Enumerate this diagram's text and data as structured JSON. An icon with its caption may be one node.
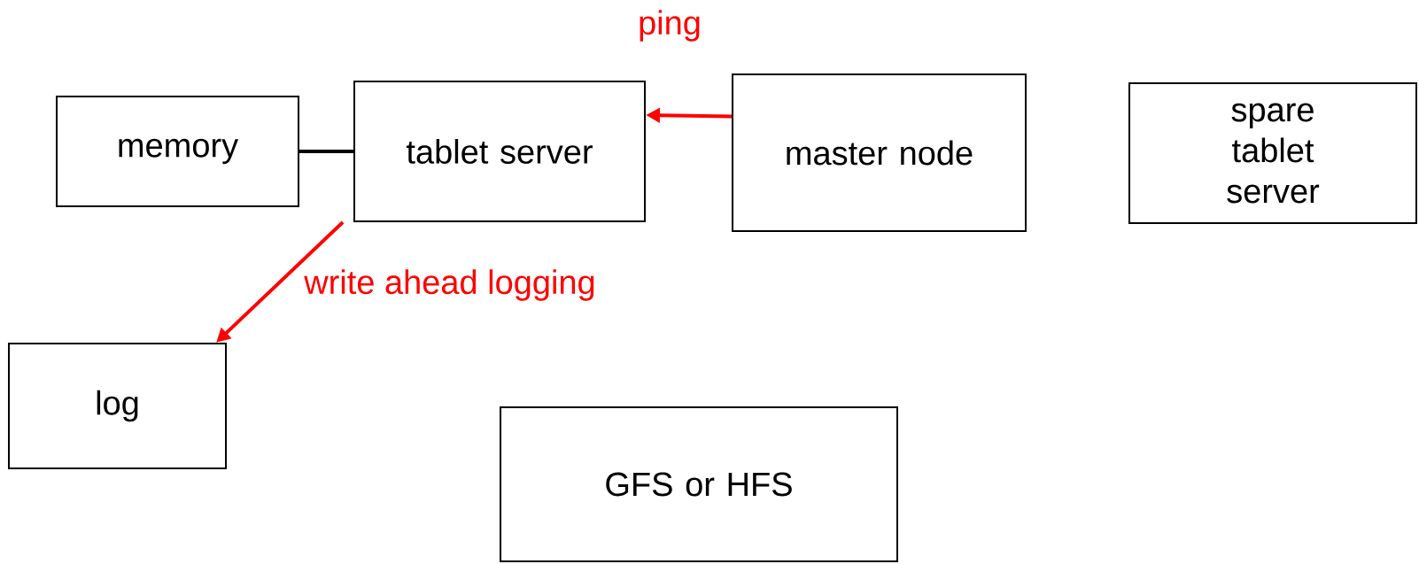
{
  "diagram": {
    "nodes": [
      {
        "text": [
          "memory"
        ]
      },
      {
        "text": [
          "tablet server"
        ]
      },
      {
        "text": [
          "master node"
        ]
      },
      {
        "text": [
          "spare tablet server"
        ]
      },
      {
        "text": [
          "log"
        ]
      },
      {
        "text": [
          "GFS or HFS"
        ]
      }
    ],
    "edges": [
      {
        "from": 0,
        "to": 1,
        "arrow": "none",
        "color": "#000000"
      },
      {
        "from": 2,
        "to": 1,
        "arrow": "to",
        "label": "ping"
      },
      {
        "from": 1,
        "to": 4,
        "arrow": "to",
        "label": "write ahead logging"
      }
    ]
  }
}
